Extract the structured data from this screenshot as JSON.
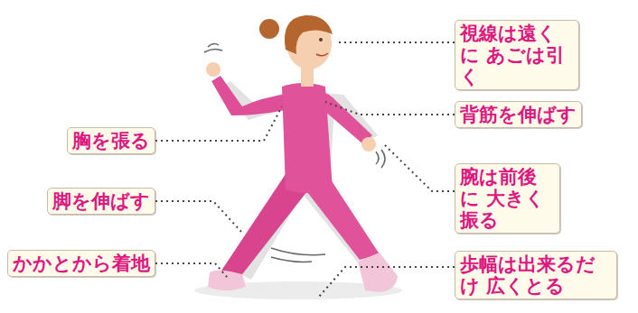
{
  "diagram": {
    "nodes": [
      {
        "text": [
          "視線は遠くに あごは引く"
        ]
      },
      {
        "text": [
          "背筋を伸ばす"
        ]
      },
      {
        "text": [
          "胸を張る"
        ]
      },
      {
        "text": [
          "腕は前後に 大きく振る"
        ]
      },
      {
        "text": [
          "脚を伸ばす"
        ]
      },
      {
        "text": [
          "かかとから着地"
        ]
      },
      {
        "text": [
          "歩幅は出来るだけ 広くとる"
        ]
      }
    ]
  }
}
